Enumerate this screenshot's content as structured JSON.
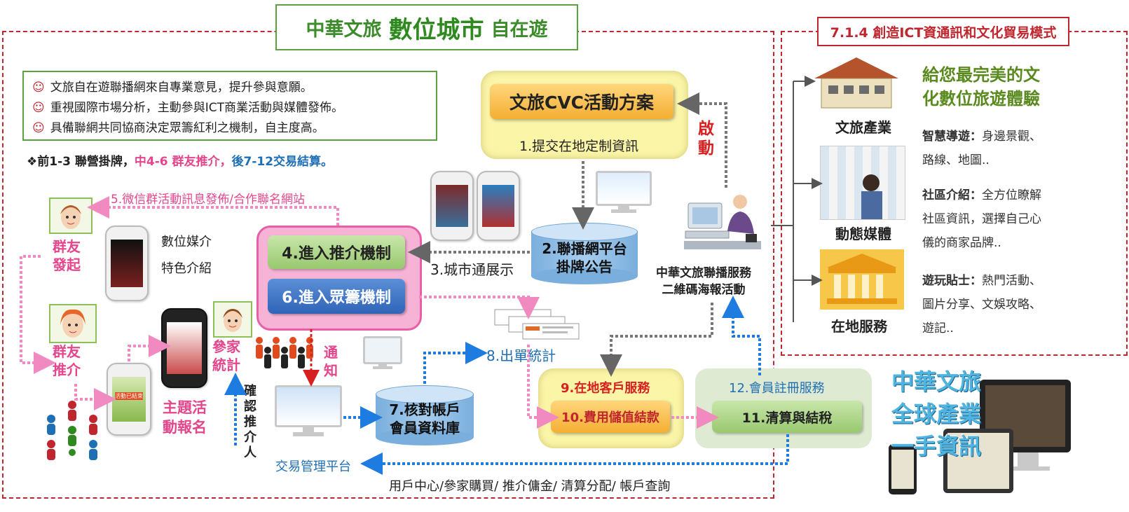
{
  "title": {
    "left": "中華文旅",
    "center": "數位城市",
    "right": "自在遊"
  },
  "section_tag": "7.1.4 創造ICT資通訊和文化貿易模式",
  "bullets": [
    "文旅自在遊聯播網來自專業意見，提升參與意願。",
    "重視國際市場分析，主動參與ICT商業活動與媒體發佈。",
    "具備聯網共同協商決定眾籌紅利之機制，自主度高。"
  ],
  "phases": {
    "p1": "❖前1-3 聯營掛牌，",
    "p2": "中4-6 群友推介，",
    "p3": "後7-12交易結算。"
  },
  "cvc": {
    "button": "文旅CVC活動方案",
    "step1": "1.提交在地定制資訊"
  },
  "activate": "啟動",
  "platform": {
    "line1": "2.聯播網平台",
    "line2": "掛牌公告"
  },
  "step3": "3.城市通展示",
  "step4": "4.進入推介機制",
  "step6": "6.進入眾籌機制",
  "step5": "5.微信群活動訊息發佈/合作聯名網站",
  "media": {
    "line1": "數位媒介",
    "line2": "特色介紹"
  },
  "friends_start": {
    "line1": "群友",
    "line2": "發起"
  },
  "friends_recommend": {
    "line1": "群友",
    "line2": "推介"
  },
  "participants": {
    "line1": "參家",
    "line2": "統計"
  },
  "theme_signup": {
    "line1": "主題活",
    "line2": "動報名"
  },
  "phone_banner": "活動已結束",
  "notify": {
    "c1": "通",
    "c2": "知"
  },
  "confirm": [
    "確",
    "認",
    "推",
    "介",
    "人"
  ],
  "step7": {
    "line1": "7.核對帳戶",
    "line2": "會員資料庫"
  },
  "step8": "8.出單統計",
  "step9": "9.在地客戶服務",
  "step10": "10.費用儲值結款",
  "step11": "11.清算與結稅",
  "step12": "12.會員註冊服務",
  "trade_platform": "交易管理平台",
  "bottom_line": "用戶中心/參家購買/ 推介傭金/ 清算分配/ 帳戶查詢",
  "service": {
    "line1": "中華文旅聯播服務",
    "line2": "二維碼海報活動"
  },
  "right": {
    "heading_line1": "給您最完美的文",
    "heading_line2": "化數位旅遊體驗",
    "industry": "文旅產業",
    "media": "動態媒體",
    "local": "在地服務",
    "smart_label": "智慧導遊：",
    "smart_line1": "身邊景觀、",
    "smart_line2": "路線、地圖..",
    "community_label": "社區介紹：",
    "community_line1": "全方位瞭解",
    "community_line2": "社區資訊，選擇自己心",
    "community_line3": "儀的商家品牌..",
    "play_label": "遊玩貼士：",
    "play_line1": "熱門活動、",
    "play_line2": "圖片分享、文娛攻略、",
    "play_line3": "遊記.."
  },
  "promo": {
    "line1": "中華文旅",
    "line2": "全球產業",
    "line3": "一手資訊"
  },
  "colors": {
    "frame_red": "#c0262d",
    "title_green": "#2e8a1f",
    "pink": "#e4468d",
    "blue": "#1f6fb5",
    "orange": "#f4ae33",
    "yellow_panel": "#fbf5a8"
  }
}
